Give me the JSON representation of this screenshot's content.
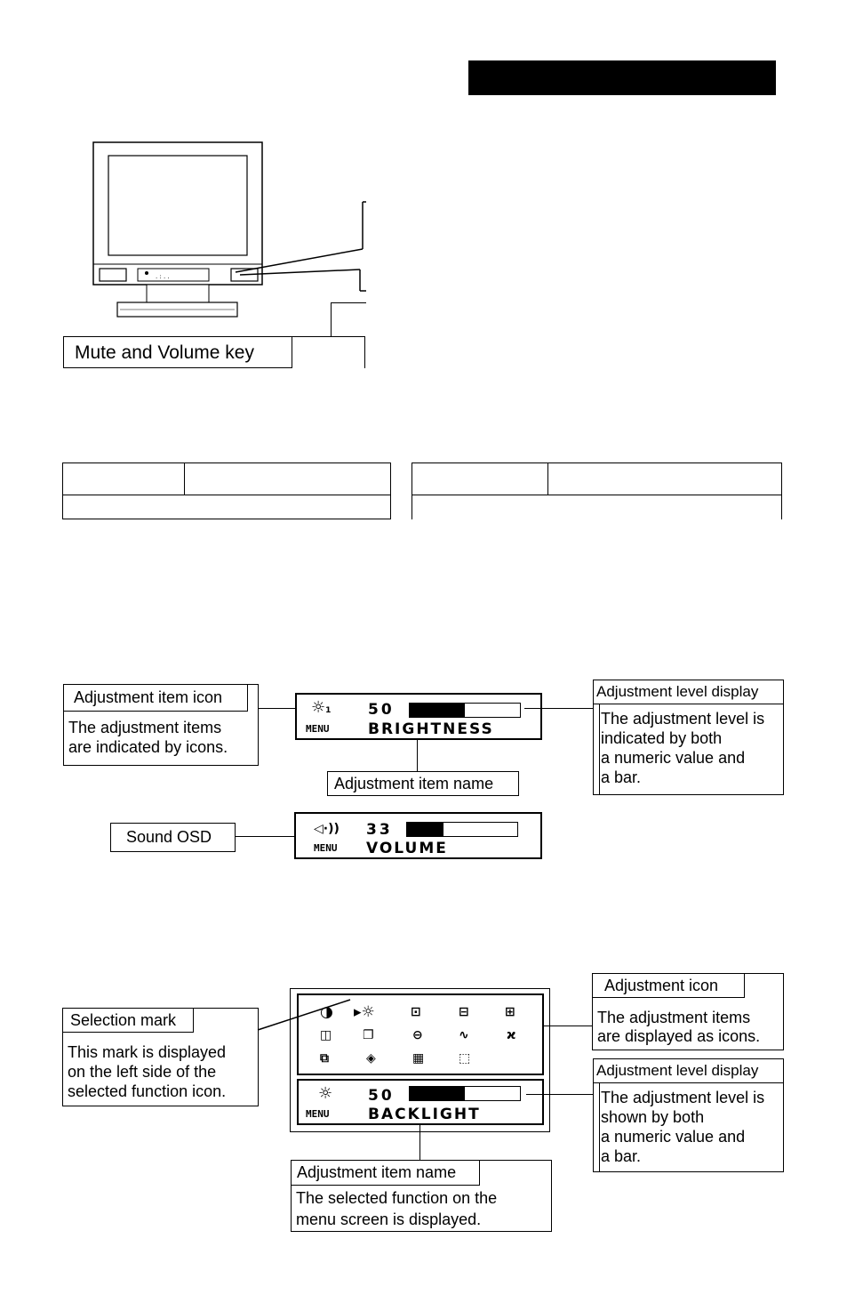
{
  "header": {
    "bar_color": "#000000"
  },
  "monitor_section": {
    "mute_volume_label": "Mute and Volume key"
  },
  "osd_section": {
    "adjust_item_icon": {
      "title": "Adjustment item icon",
      "line1": "The adjustment items",
      "line2": "are indicated by icons."
    },
    "brightness_osd": {
      "icon": "sun-icon",
      "value": "50",
      "level": 0.5,
      "menu": "MENU",
      "name": "BRIGHTNESS"
    },
    "adjust_level_display": {
      "title": "Adjustment level display",
      "line1": "The adjustment level is",
      "line2": "indicated by both",
      "line3": "a numeric value and",
      "line4": "a bar."
    },
    "adjust_item_name": {
      "title": "Adjustment item name"
    },
    "sound_osd": {
      "label": "Sound OSD",
      "icon": "speaker-icon",
      "value": "33",
      "level": 0.33,
      "menu": "MENU",
      "name": "VOLUME"
    }
  },
  "menu_section": {
    "selection_mark": {
      "title": "Selection mark",
      "line1": "This mark is displayed",
      "line2": "on the left side of the",
      "line3": "selected function icon."
    },
    "adjustment_icon": {
      "title": "Adjustment icon",
      "line1": "The adjustment items",
      "line2": "are displayed as icons."
    },
    "adjust_level_display": {
      "title": "Adjustment level display",
      "line1": "The adjustment level is",
      "line2": "shown by both",
      "line3": "a numeric value and",
      "line4": "a bar."
    },
    "backlight_osd": {
      "icon": "sun-icon",
      "value": "50",
      "level": 0.5,
      "menu": "MENU",
      "name": "BACKLIGHT"
    },
    "adjust_item_name": {
      "title": "Adjustment item name",
      "line1": "The selected function on the",
      "line2": "menu screen is displayed."
    },
    "icon_grid": [
      "contrast-icon",
      "selected-brightness-icon",
      "position-icon",
      "width-icon",
      "sharpness-icon",
      "split-icon",
      "window-icon",
      "phase-icon",
      "waveform-icon",
      "color-temp-icon",
      "overlay-icon",
      "diamond-icon",
      "grid-icon",
      "dotted-box-icon"
    ]
  }
}
